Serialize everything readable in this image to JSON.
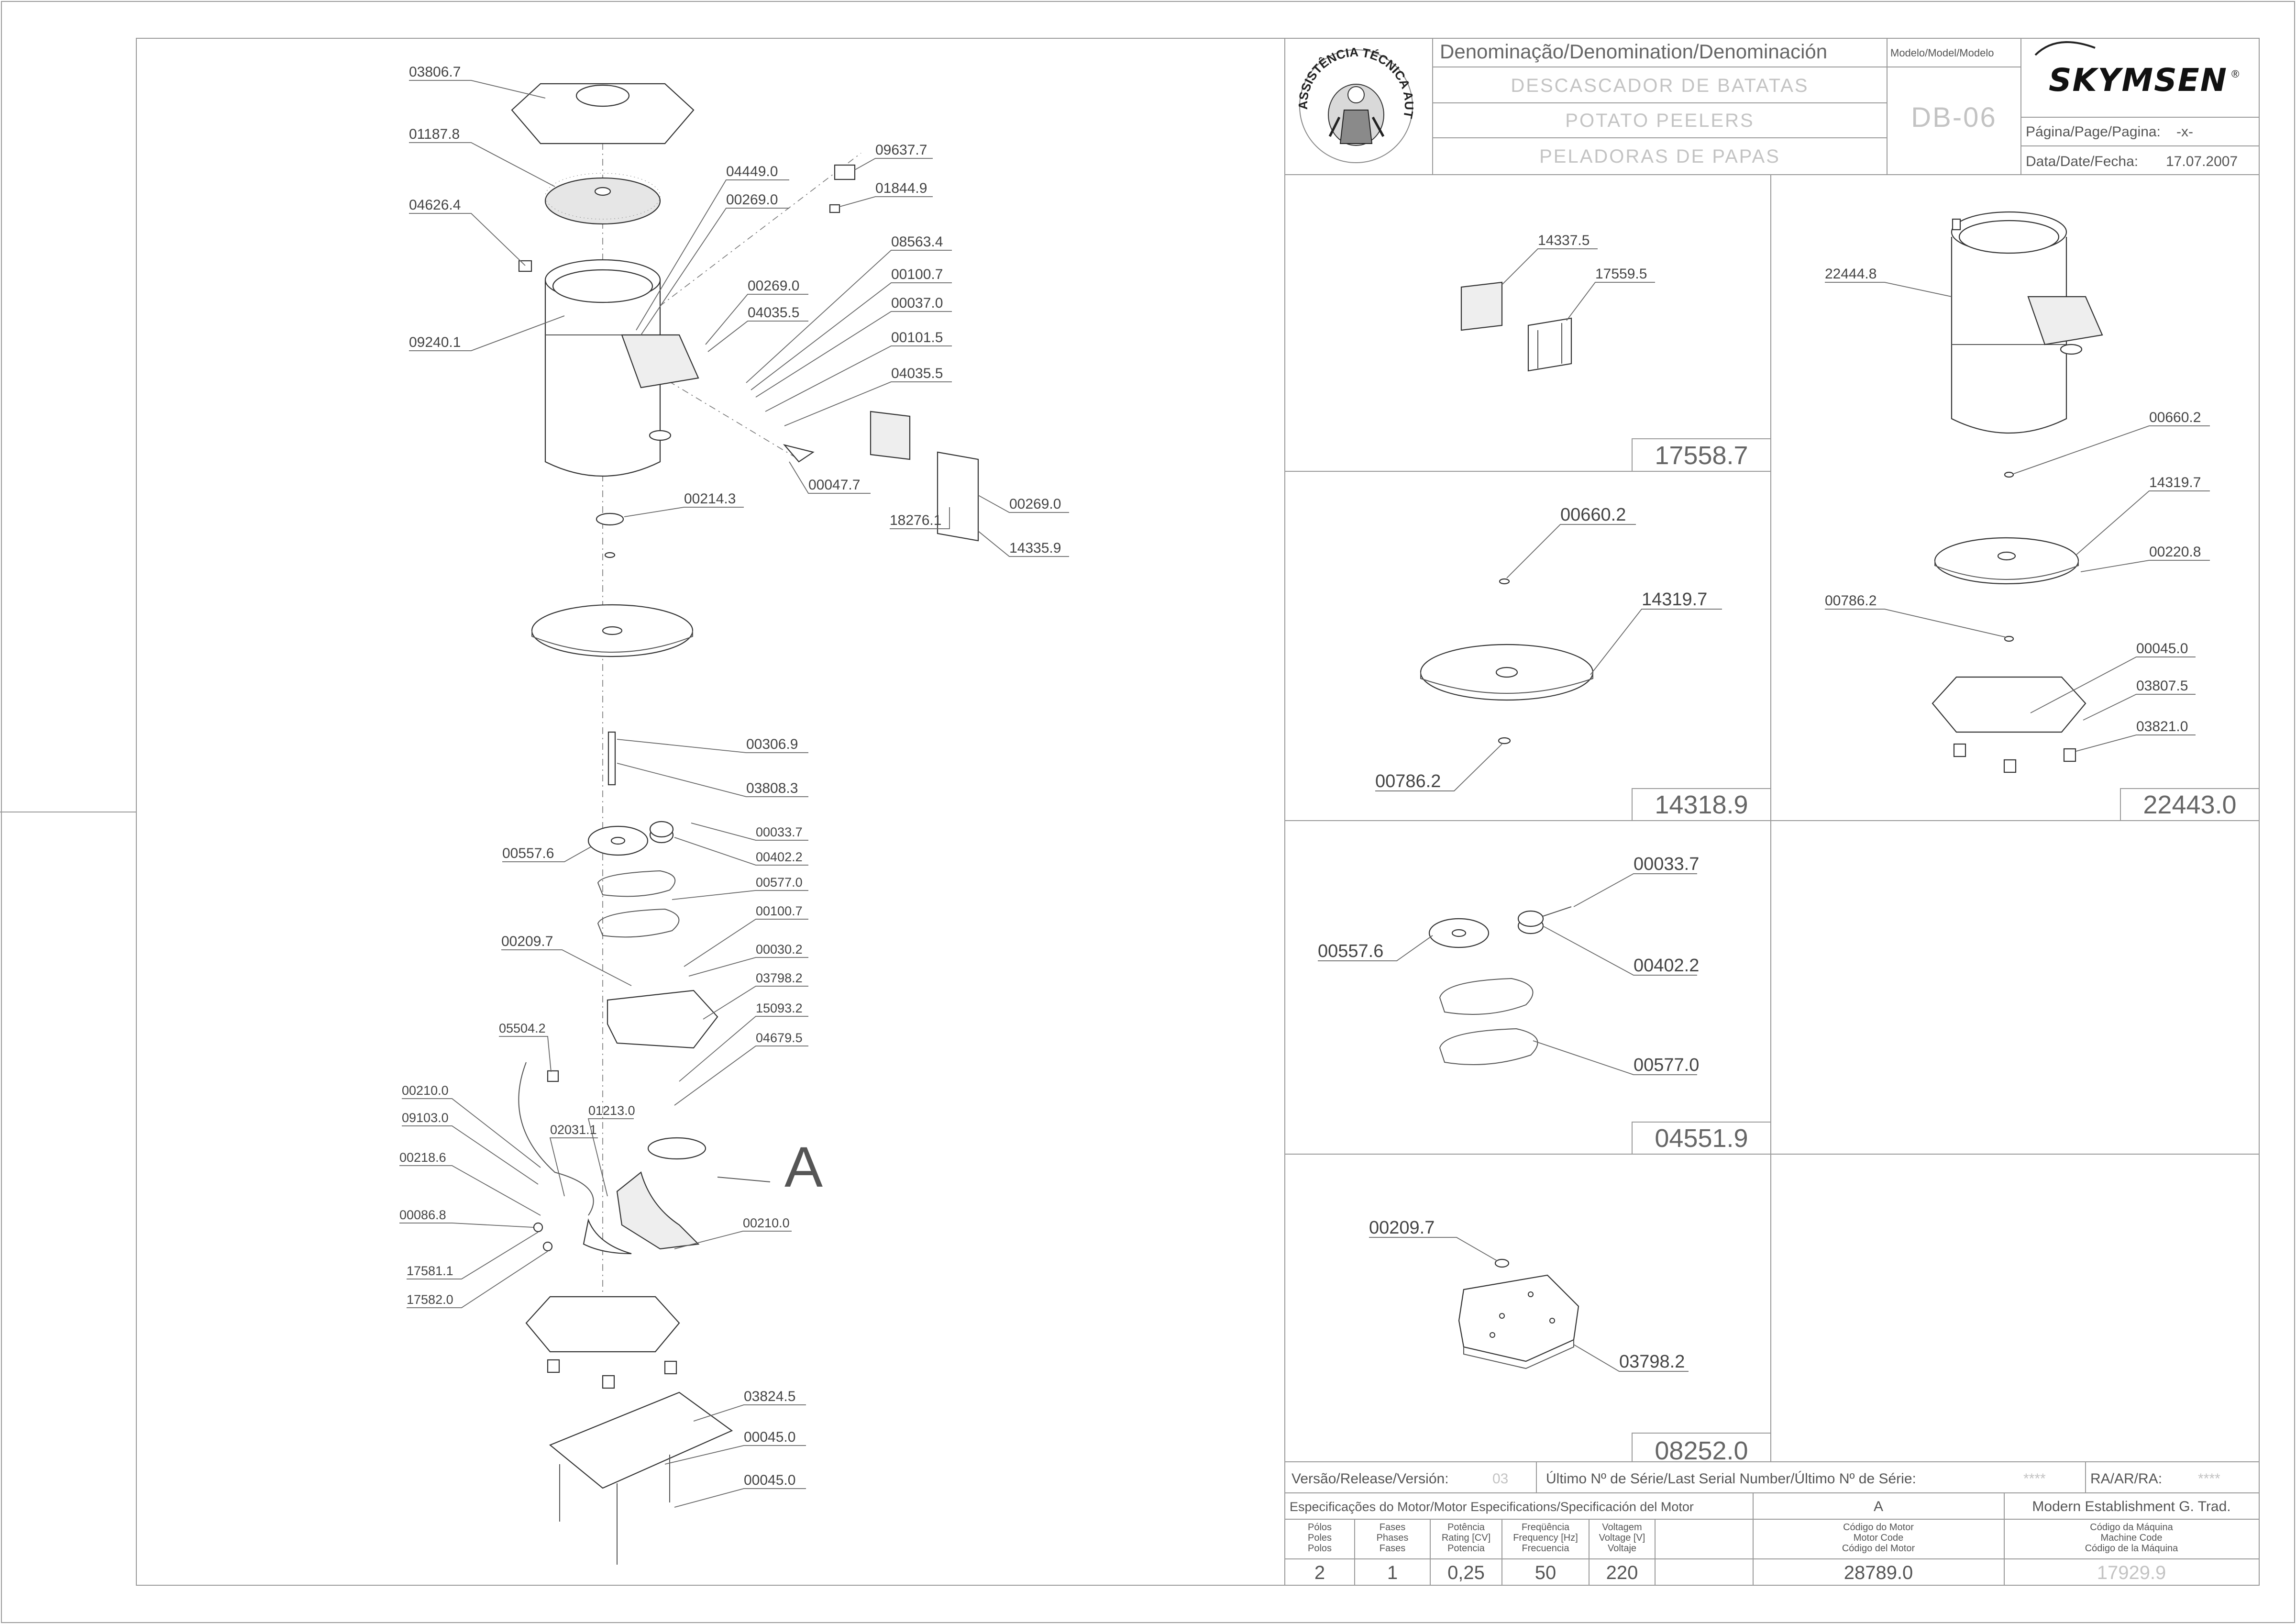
{
  "header": {
    "denomination_label": "Denominação/Denomination/Denominación",
    "denom_pt": "DESCASCADOR DE BATATAS",
    "denom_en": "POTATO PEELERS",
    "denom_es": "PELADORAS DE PAPAS",
    "model_label": "Modelo/Model/Modelo",
    "model_value": "DB-06",
    "brand": "SKYMSEN",
    "page_label": "Página/Page/Pagina:",
    "page_value": "-x-",
    "date_label": "Data/Date/Fecha:",
    "date_value": "17.07.2007",
    "seal_text": "ASSISTÊNCIA TÉCNICA AUTORIZADA"
  },
  "main_parts": [
    "03806.7",
    "01187.8",
    "04626.4",
    "09240.1",
    "04449.0",
    "00269.0",
    "09637.7",
    "01844.9",
    "00269.0",
    "04035.5",
    "08563.4",
    "00100.7",
    "00037.0",
    "00101.5",
    "04035.5",
    "00047.7",
    "18276.1",
    "00269.0",
    "14335.9",
    "00214.3",
    "00306.9",
    "03808.3",
    "00557.6",
    "00033.7",
    "00402.2",
    "00577.0",
    "00100.7",
    "00209.7",
    "00030.2",
    "03798.2",
    "15093.2",
    "04679.5",
    "05504.2",
    "00210.0",
    "09103.0",
    "01213.0",
    "02031.1",
    "00218.6",
    "00086.8",
    "00210.0",
    "17581.1",
    "17582.0",
    "03824.5",
    "00045.0",
    "00045.0"
  ],
  "detail_marker": "A",
  "subassemblies": [
    {
      "code": "17558.7",
      "parts": [
        "14337.5",
        "17559.5"
      ]
    },
    {
      "code": "14318.9",
      "parts": [
        "00660.2",
        "14319.7",
        "00786.2"
      ]
    },
    {
      "code": "22443.0",
      "parts": [
        "22444.8",
        "00660.2",
        "14319.7",
        "00220.8",
        "00786.2",
        "00045.0",
        "03807.5",
        "03821.0"
      ]
    },
    {
      "code": "04551.9",
      "parts": [
        "00033.7",
        "00557.6",
        "00402.2",
        "00577.0"
      ]
    },
    {
      "code": "08252.0",
      "parts": [
        "00209.7",
        "03798.2"
      ]
    }
  ],
  "footer": {
    "release_label": "Versão/Release/Versión:",
    "release_value": "03",
    "last_serial_label": "Último Nº de Série/Last Serial Number/Último Nº de Série:",
    "last_serial_value": "****",
    "ra_label": "RA/AR/RA:",
    "ra_value": "****",
    "motor_spec_label": "Especificações do Motor/Motor Especifications/Specificación del Motor",
    "motor_marker": "A",
    "company": "Modern Establishment G. Trad.",
    "columns": [
      {
        "l1": "Pólos",
        "l2": "Poles",
        "l3": "Polos",
        "value": "2"
      },
      {
        "l1": "Fases",
        "l2": "Phases",
        "l3": "Fases",
        "value": "1"
      },
      {
        "l1": "Potência",
        "l2": "Rating [CV]",
        "l3": "Potencia",
        "value": "0,25"
      },
      {
        "l1": "Freqüência",
        "l2": "Frequency [Hz]",
        "l3": "Frecuencia",
        "value": "50"
      },
      {
        "l1": "Voltagem",
        "l2": "Voltage [V]",
        "l3": "Voltaje",
        "value": "220"
      },
      {
        "l1": "Código do Motor",
        "l2": "Motor Code",
        "l3": "Código del Motor",
        "value": "28789.0"
      },
      {
        "l1": "Código da Máquina",
        "l2": "Machine Code",
        "l3": "Código de la Máquina",
        "value": "17929.9"
      }
    ]
  }
}
